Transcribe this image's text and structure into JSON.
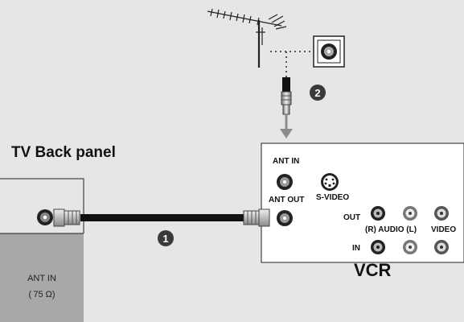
{
  "tv": {
    "title": "TV Back panel",
    "port_label": "ANT IN",
    "port_impedance": "( 75 Ω)"
  },
  "vcr": {
    "title": "VCR",
    "ant_in": "ANT IN",
    "ant_out": "ANT OUT",
    "s_video": "S-VIDEO",
    "out": "OUT",
    "in": "IN",
    "audio": "(R) AUDIO (L)",
    "video": "VIDEO"
  },
  "steps": {
    "step1": "1",
    "step2": "2"
  },
  "colors": {
    "background": "#e6e6e6",
    "panel_fill": "#ffffff",
    "tv_block": "#a8a8a8",
    "cable": "#111111",
    "badge": "#3a3a3a",
    "arrow": "#8c8c8c"
  }
}
